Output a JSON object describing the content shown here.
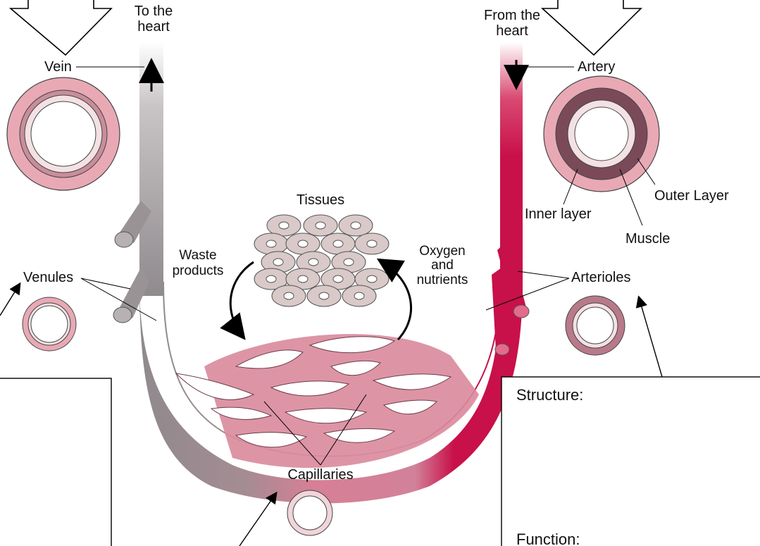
{
  "labels": {
    "to_heart": [
      "To the",
      "heart"
    ],
    "from_heart": [
      "From the",
      "heart"
    ],
    "vein": "Vein",
    "artery": "Artery",
    "outer_layer": "Outer Layer",
    "inner_layer": "Inner layer",
    "muscle": "Muscle",
    "tissues": "Tissues",
    "waste": [
      "Waste",
      "products"
    ],
    "oxygen": [
      "Oxygen",
      "and",
      "nutrients"
    ],
    "venules": "Venules",
    "arterioles": "Arterioles",
    "capillaries": "Capillaries"
  },
  "answer_box": {
    "structure_label": "Structure:",
    "function_label": "Function:"
  },
  "colors": {
    "vein_gray": "#9a9396",
    "artery_red": "#c8104a",
    "capillary_pink": "#d9899c",
    "wall_pink": "#e8a9b5",
    "cell_fill": "#d9c9c9"
  }
}
